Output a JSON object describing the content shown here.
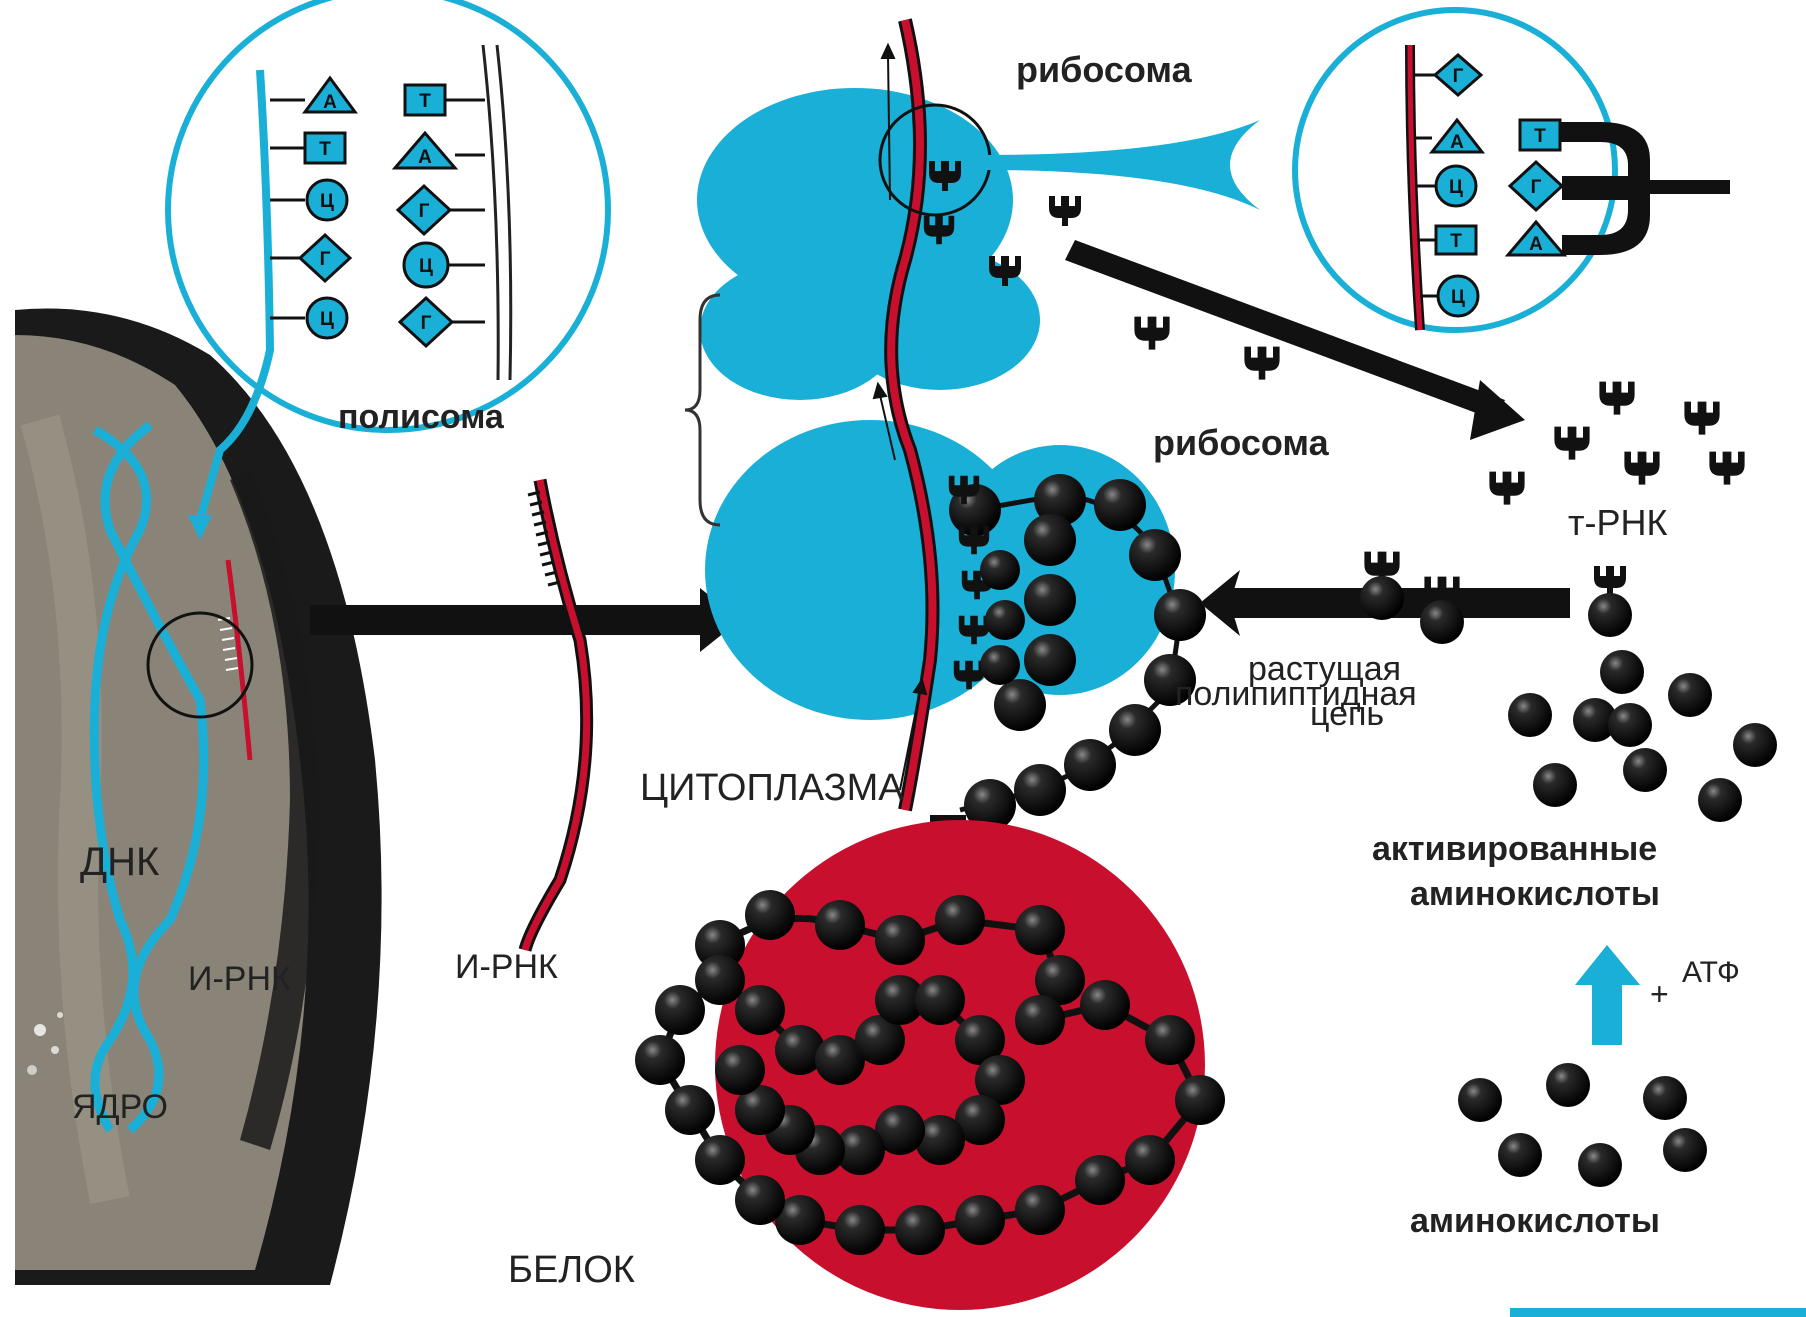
{
  "labels": {
    "ribosome_top": "рибосома",
    "polysome": "полисома",
    "ribosome_mid": "рибосома",
    "trna": "т-РНК",
    "growing_chain_1": "растущая",
    "growing_chain_2": "полипиптидная",
    "growing_chain_3": "цепь",
    "cytoplasm": "ЦИТОПЛАЗМА",
    "activated_aa_1": "активированные",
    "activated_aa_2": "аминокислоты",
    "atp": "АТФ",
    "plus": "+",
    "amino_acids": "аминокислоты",
    "dna": "ДНК",
    "mrna_nucleus": "И-РНК",
    "nucleus": "ЯДРО",
    "mrna": "И-РНК",
    "protein": "БЕЛОК"
  },
  "dna_bases_left": [
    "А",
    "Т",
    "Ц",
    "Г",
    "Ц"
  ],
  "dna_bases_right": [
    "Т",
    "А",
    "Г",
    "Ц",
    "Г"
  ],
  "rna_bases_left": [
    "Г",
    "А",
    "Ц",
    "Т",
    "Ц"
  ],
  "rna_bases_right": [
    "Т",
    "Г",
    "А"
  ],
  "colors": {
    "cyan": "#1aafd6",
    "crimson": "#c8102e",
    "nucleus_gray": "#8a8478",
    "nucleus_dark": "#1a1a1a"
  }
}
